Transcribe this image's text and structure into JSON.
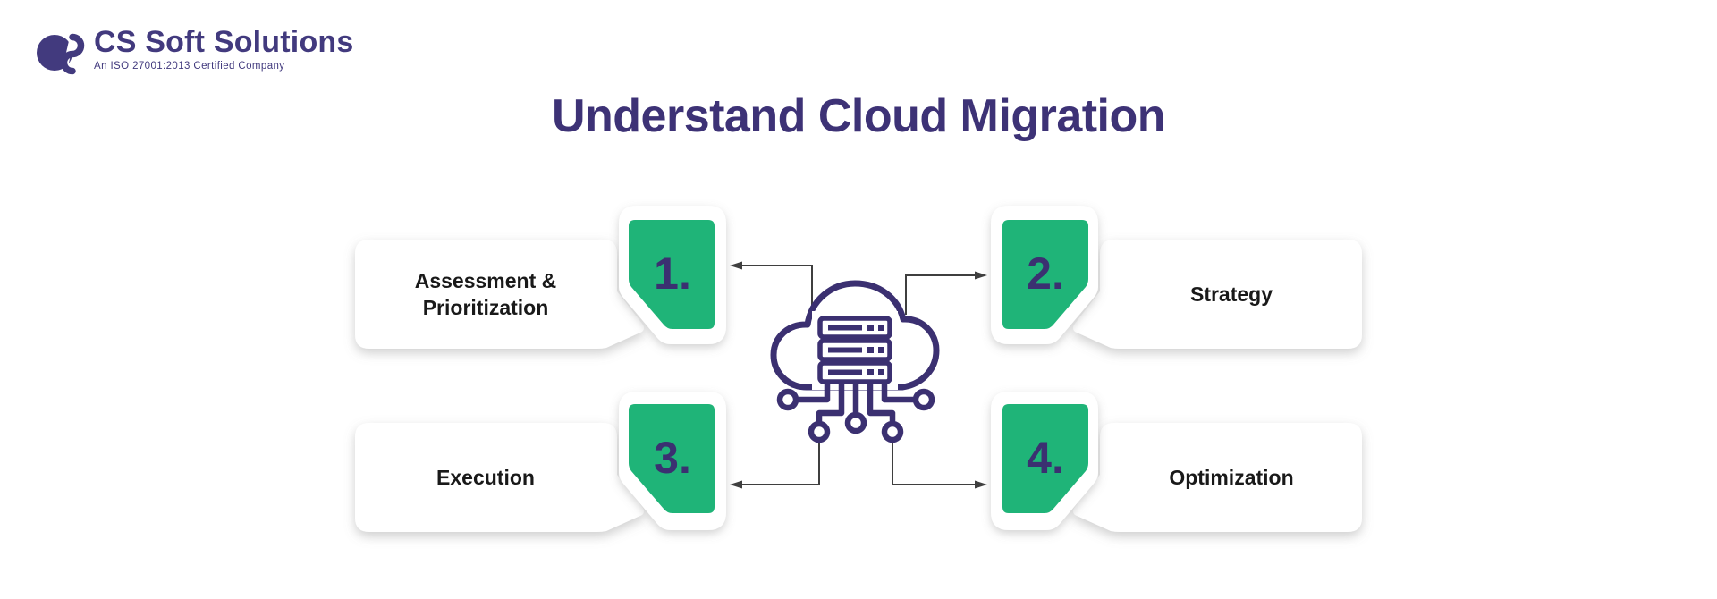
{
  "logo": {
    "name": "CS Soft Solutions",
    "tagline": "An ISO 27001:2013 Certified Company"
  },
  "title": "Understand Cloud Migration",
  "steps": [
    {
      "number": "1.",
      "label": "Assessment & Prioritization"
    },
    {
      "number": "2.",
      "label": "Strategy"
    },
    {
      "number": "3.",
      "label": "Execution"
    },
    {
      "number": "4.",
      "label": "Optimization"
    }
  ],
  "center_icon": "cloud-server-icon",
  "colors": {
    "purple": "#3d3276",
    "purple_icon": "#3b3071",
    "green": "#1fb478",
    "label_text": "#191919",
    "arrow": "#3f3f3f",
    "card_bg": "#ffffff"
  }
}
